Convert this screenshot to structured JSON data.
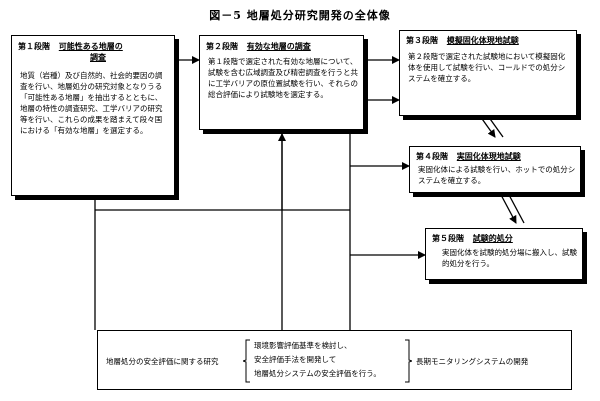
{
  "title": "図－5 地層処分研究開発の全体像",
  "stage1": {
    "label": "第１段階",
    "sub_line1": "可能性ある地層の",
    "sub_line2": "調査",
    "body": "地質（岩種）及び自然的、社会的要因の調査を行い、地層処分の研究対象となりうる「可能性ある地層」を抽出するとともに、地層の特性の調査研究、工学バリアの研究等を行い、これらの成果を踏まえて段々国における「有効な地層」を選定する。"
  },
  "stage2": {
    "label": "第２段階",
    "sub": "有効な地層の調査",
    "body": "第１段階で選定された有効な地層について、試験を含む広域調査及び精密調査を行うと共に工学バリアの原位置試験を行い、それらの総合評価により試験地を選定する。"
  },
  "stage3": {
    "label": "第３段階",
    "sub": "模擬固化体現地試験",
    "body": "第２段階で選定された試験地において模擬固化体を使用して試験を行い、コールドでの処分システムを確立する。"
  },
  "stage4": {
    "label": "第４段階",
    "sub": "実固化体現地試験",
    "body": "実固化体による試験を行い、ホットでの処分システムを確立する。"
  },
  "stage5": {
    "label": "第５段階",
    "sub": "試験的処分",
    "body": "実固化体を試験的処分場に搬入し、試験的処分を行う。"
  },
  "bottom": {
    "left": "地層処分の安全評価に関する研究",
    "mid": [
      "環境影響評価基準を検討し、",
      "安全評価手法を開発して",
      "地層処分システムの安全評価を行う。"
    ],
    "right": "長期モニタリングシステムの開発"
  }
}
